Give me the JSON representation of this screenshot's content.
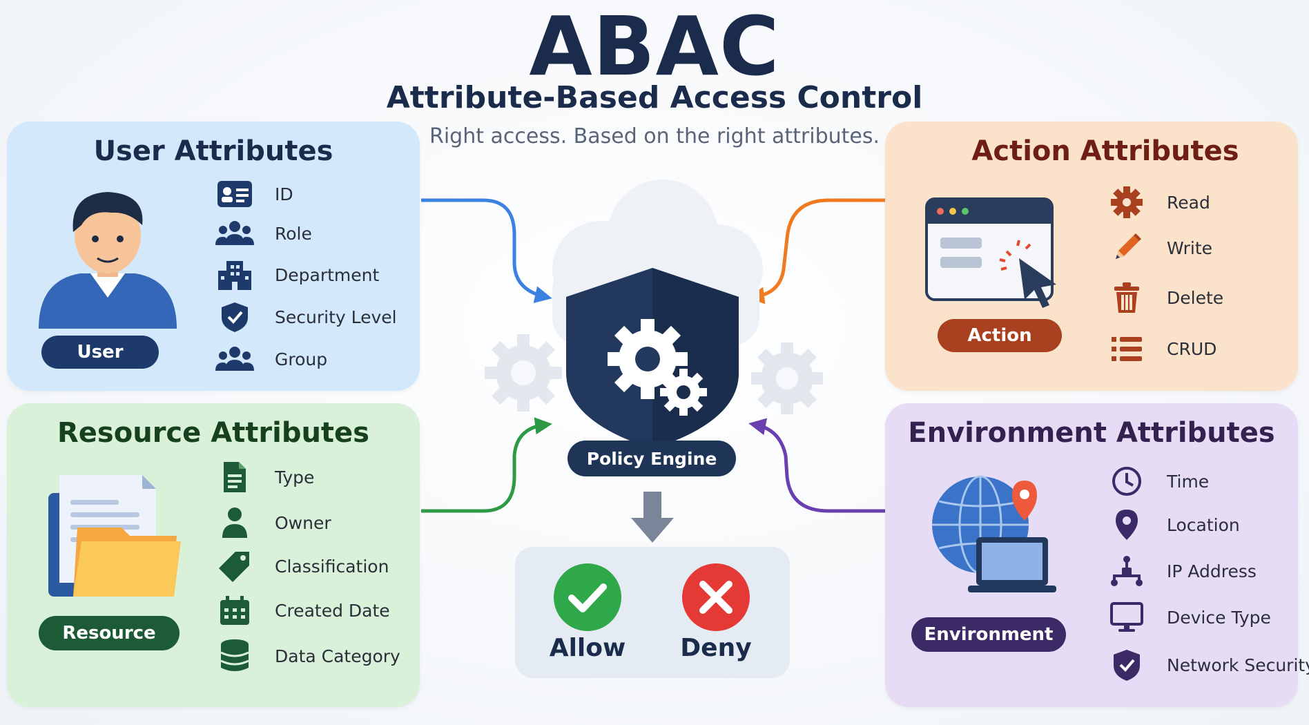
{
  "header": {
    "title": "ABAC",
    "subtitle": "Attribute-Based Access Control",
    "tagline": "Right access. Based on the right attributes."
  },
  "user_panel": {
    "title": "User Attributes",
    "badge": "User",
    "items": [
      {
        "label": "ID",
        "icon": "id-card-icon"
      },
      {
        "label": "Role",
        "icon": "people-icon"
      },
      {
        "label": "Department",
        "icon": "building-icon"
      },
      {
        "label": "Security Level",
        "icon": "shield-check-icon"
      },
      {
        "label": "Group",
        "icon": "group-icon"
      }
    ]
  },
  "action_panel": {
    "title": "Action Attributes",
    "badge": "Action",
    "items": [
      {
        "label": "Read",
        "icon": "gear-icon"
      },
      {
        "label": "Write",
        "icon": "pencil-icon"
      },
      {
        "label": "Delete",
        "icon": "trash-icon"
      },
      {
        "label": "CRUD",
        "icon": "list-icon"
      }
    ]
  },
  "resource_panel": {
    "title": "Resource Attributes",
    "badge": "Resource",
    "items": [
      {
        "label": "Type",
        "icon": "document-icon"
      },
      {
        "label": "Owner",
        "icon": "person-icon"
      },
      {
        "label": "Classification",
        "icon": "tag-icon"
      },
      {
        "label": "Created Date",
        "icon": "calendar-icon"
      },
      {
        "label": "Data Category",
        "icon": "database-icon"
      }
    ]
  },
  "environment_panel": {
    "title": "Environment Attributes",
    "badge": "Environment",
    "items": [
      {
        "label": "Time",
        "icon": "clock-icon"
      },
      {
        "label": "Location",
        "icon": "location-pin-icon"
      },
      {
        "label": "IP Address",
        "icon": "network-icon"
      },
      {
        "label": "Device Type",
        "icon": "monitor-icon"
      },
      {
        "label": "Network Security",
        "icon": "shield-check-icon"
      }
    ]
  },
  "center": {
    "engine_label": "Policy Engine",
    "allow_label": "Allow",
    "deny_label": "Deny"
  },
  "colors": {
    "navy": "#1b2b4b",
    "user_bg": "#d4e8fb",
    "action_bg": "#fbe3cb",
    "resource_bg": "#d9f1d9",
    "environment_bg": "#e6dcf6",
    "user_arrow": "#3b82e0",
    "action_arrow": "#f07a1f",
    "resource_arrow": "#2e9a46",
    "environment_arrow": "#6a3fb0",
    "allow": "#2fa84a",
    "deny": "#e53935"
  }
}
